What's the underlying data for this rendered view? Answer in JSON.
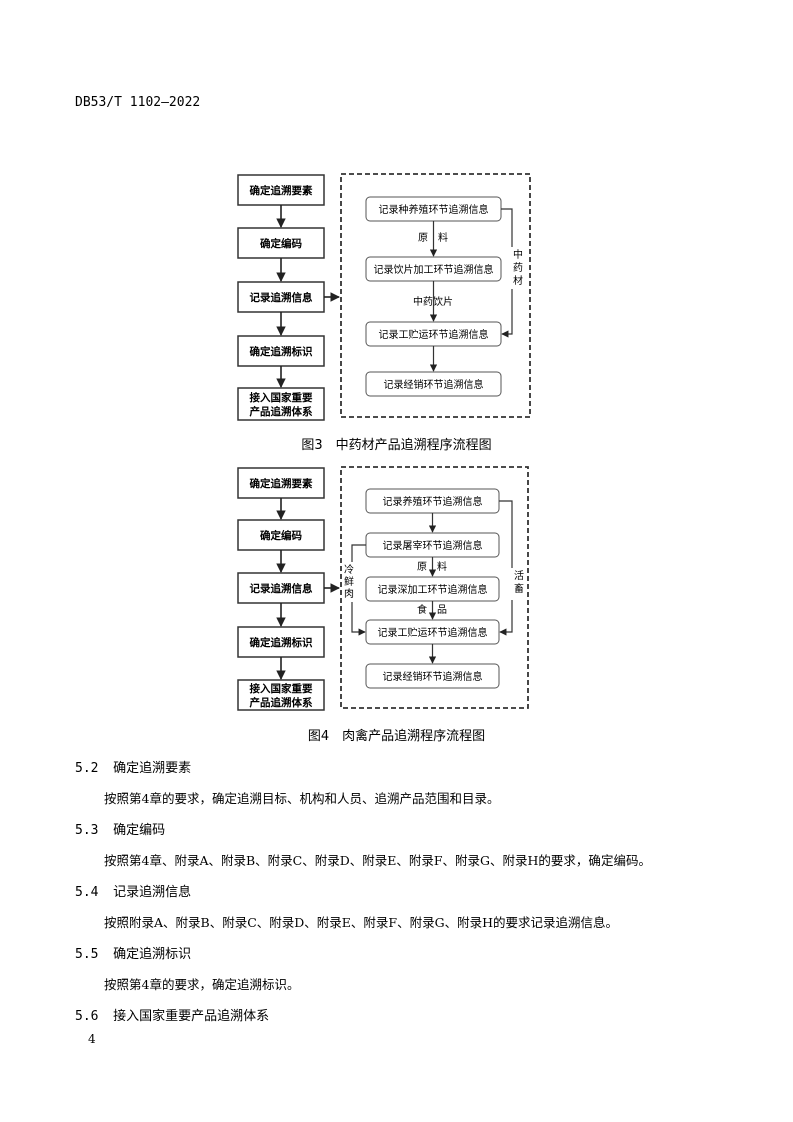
{
  "header": {
    "doc_code": "DB53/T 1102—2022"
  },
  "figure3": {
    "main_steps": [
      "确定追溯要素",
      "确定编码",
      "记录追溯信息",
      "确定追溯标识"
    ],
    "last_step": [
      "接入国家重要",
      "产品追溯体系"
    ],
    "sub_steps": [
      "记录种养殖环节追溯信息",
      "记录饮片加工环节追溯信息",
      "记录工贮运环节追溯信息",
      "记录经销环节追溯信息"
    ],
    "label_a": "原　料",
    "label_b": "中药饮片",
    "side_label": [
      "中",
      "药",
      "材"
    ],
    "caption": "图3　中药材产品追溯程序流程图"
  },
  "figure4": {
    "main_steps": [
      "确定追溯要素",
      "确定编码",
      "记录追溯信息",
      "确定追溯标识"
    ],
    "last_step": [
      "接入国家重要",
      "产品追溯体系"
    ],
    "sub_steps": [
      "记录养殖环节追溯信息",
      "记录屠宰环节追溯信息",
      "记录深加工环节追溯信息",
      "记录工贮运环节追溯信息",
      "记录经销环节追溯信息"
    ],
    "label_a": "原　料",
    "label_b": "食　品",
    "left_label": [
      "冷",
      "鲜",
      "肉"
    ],
    "right_label": [
      "活",
      "畜"
    ],
    "caption": "图4　肉禽产品追溯程序流程图"
  },
  "sections": [
    {
      "num": "5.2",
      "title": "确定追溯要素",
      "text": "按照第4章的要求，确定追溯目标、机构和人员、追溯产品范围和目录。"
    },
    {
      "num": "5.3",
      "title": "确定编码",
      "text": "按照第4章、附录A、附录B、附录C、附录D、附录E、附录F、附录G、附录H的要求，确定编码。"
    },
    {
      "num": "5.4",
      "title": "记录追溯信息",
      "text": "按照附录A、附录B、附录C、附录D、附录E、附录F、附录G、附录H的要求记录追溯信息。"
    },
    {
      "num": "5.5",
      "title": "确定追溯标识",
      "text": "按照第4章的要求，确定追溯标识。"
    },
    {
      "num": "5.6",
      "title": "接入国家重要产品追溯体系",
      "text": ""
    }
  ],
  "footer": {
    "page_number": "4"
  }
}
